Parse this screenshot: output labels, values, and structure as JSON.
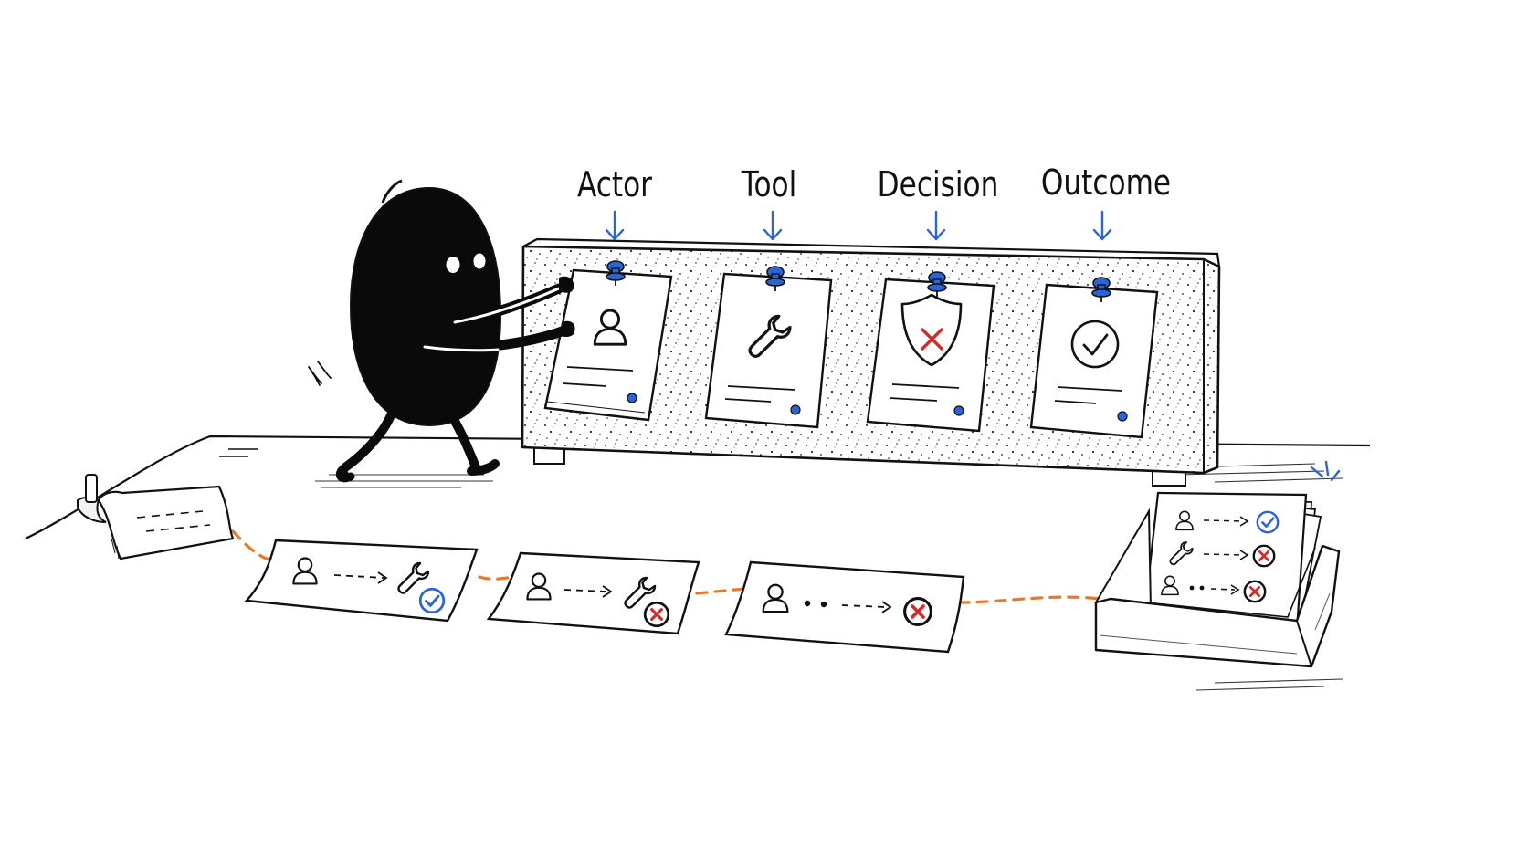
{
  "columns": [
    {
      "label": "Actor",
      "icon": "person-icon"
    },
    {
      "label": "Tool",
      "icon": "wrench-icon"
    },
    {
      "label": "Decision",
      "icon": "shield-x-icon"
    },
    {
      "label": "Outcome",
      "icon": "check-circle-icon"
    }
  ],
  "colors": {
    "ink": "#111111",
    "accent_blue": "#2a64d8",
    "deny_red": "#d42a2a",
    "trail_orange": "#e8782a",
    "paper": "#ffffff"
  },
  "records": [
    {
      "actor": "person-icon",
      "tool": "wrench-icon",
      "outcome": "approved"
    },
    {
      "actor": "person-icon",
      "tool": "wrench-icon",
      "outcome": "denied"
    },
    {
      "actor": "person-icon",
      "tool": null,
      "outcome": "denied"
    }
  ],
  "archive_tray": [
    {
      "actor": "person-icon",
      "outcome": "approved"
    },
    {
      "actor": "wrench-icon",
      "outcome": "denied"
    },
    {
      "actor": "person-icon",
      "outcome": "denied"
    }
  ]
}
